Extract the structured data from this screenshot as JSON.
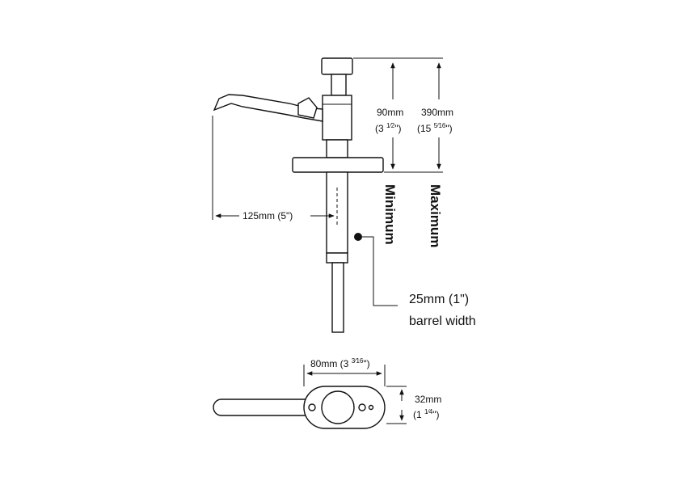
{
  "labels": {
    "short_height": {
      "mm": "90mm",
      "inch_open": "(3 ",
      "frac": "1⁄2",
      "inch_close": "\")"
    },
    "max_height": {
      "mm": "390mm",
      "inch_open": "(15 ",
      "frac": "5⁄16",
      "inch_close": "\")"
    },
    "maximum": "Maximum",
    "minimum": "Minimum",
    "spout_reach": "125mm (5\")",
    "barrel_size": "25mm (1\")",
    "barrel_text": "barrel width",
    "base_width": {
      "text": "80mm (3 ",
      "frac": "3⁄16",
      "close": "\")"
    },
    "base_depth": {
      "mm": "32mm",
      "inch_open": "(1 ",
      "frac": "1⁄4",
      "inch_close": "\")"
    }
  },
  "colors": {
    "line": "#111111",
    "background": "#ffffff"
  }
}
